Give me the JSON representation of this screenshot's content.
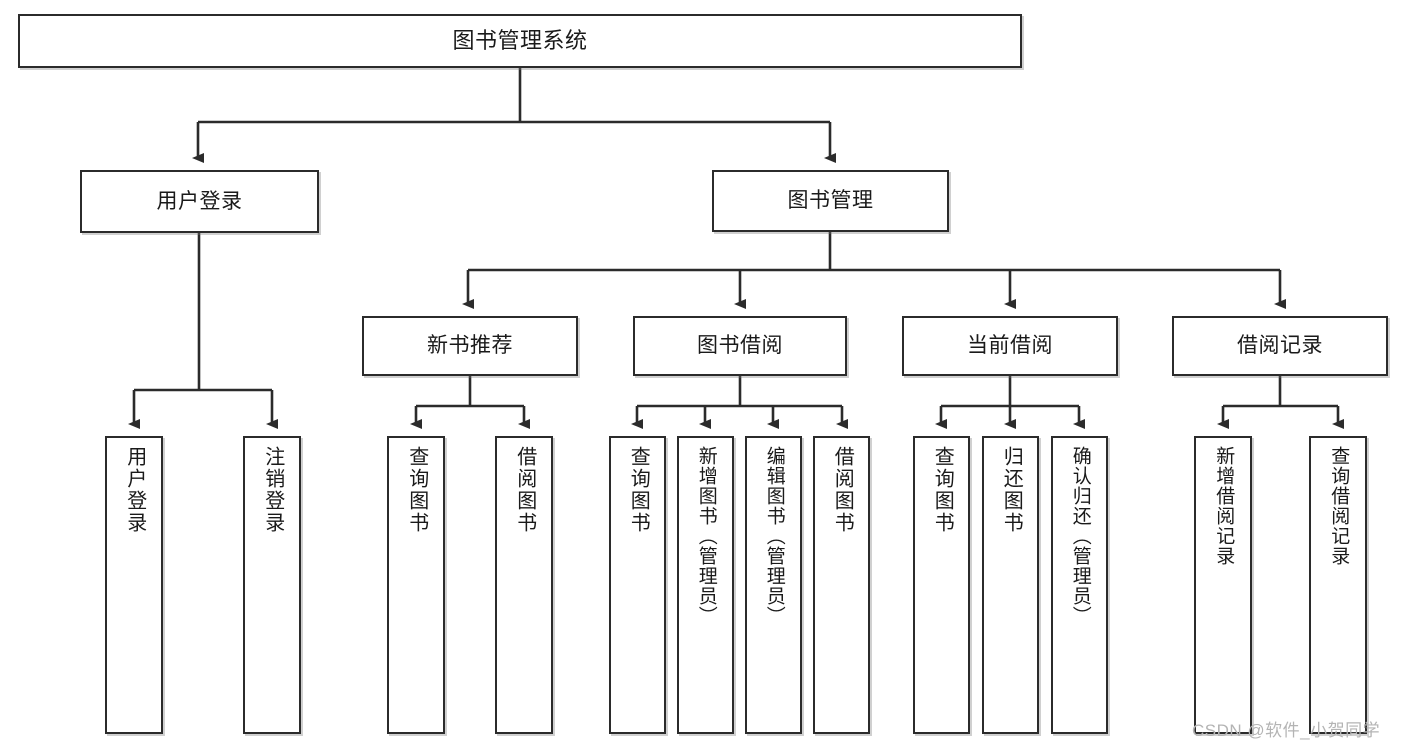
{
  "diagram": {
    "title": "图书管理系统",
    "type": "hierarchy-tree",
    "watermark": "CSDN @软件_小贺同学",
    "colors": {
      "border": "#2b2b2b",
      "background": "#ffffff",
      "text": "#1a1a1a",
      "watermark": "#b4b4b4"
    },
    "nodes": {
      "root": {
        "label": "图书管理系统"
      },
      "level1": [
        {
          "label": "用户登录"
        },
        {
          "label": "图书管理"
        }
      ],
      "level2": [
        {
          "label": "新书推荐"
        },
        {
          "label": "图书借阅"
        },
        {
          "label": "当前借阅"
        },
        {
          "label": "借阅记录"
        }
      ],
      "leaves": {
        "user_login": [
          {
            "label": "用户登录"
          },
          {
            "label": "注销登录"
          }
        ],
        "new_book": [
          {
            "label": "查询图书"
          },
          {
            "label": "借阅图书"
          }
        ],
        "book_borrow": [
          {
            "label": "查询图书"
          },
          {
            "label": "新增图书（管理员）"
          },
          {
            "label": "编辑图书（管理员）"
          },
          {
            "label": "借阅图书"
          }
        ],
        "current_borrow": [
          {
            "label": "查询图书"
          },
          {
            "label": "归还图书"
          },
          {
            "label": "确认归还（管理员）"
          }
        ],
        "borrow_record": [
          {
            "label": "新增借阅记录"
          },
          {
            "label": "查询借阅记录"
          }
        ]
      }
    }
  }
}
